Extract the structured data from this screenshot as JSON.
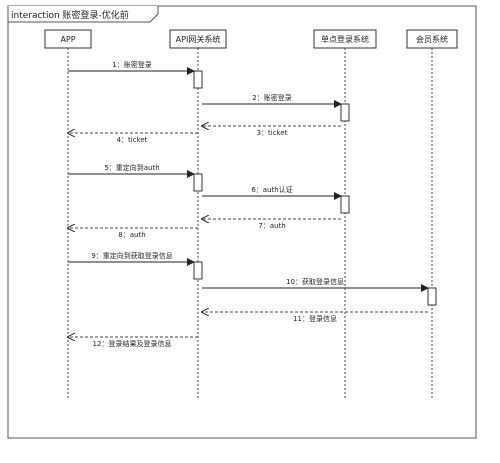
{
  "frame": {
    "title": "interaction 账密登录-优化前"
  },
  "lifelines": [
    {
      "id": "app",
      "label": "APP"
    },
    {
      "id": "gw",
      "label": "API网关系统"
    },
    {
      "id": "sso",
      "label": "单点登录系统"
    },
    {
      "id": "member",
      "label": "会员系统"
    }
  ],
  "messages": [
    {
      "label": "1：账密登录",
      "from": "app",
      "to": "gw",
      "kind": "sync"
    },
    {
      "label": "2：账密登录",
      "from": "gw",
      "to": "sso",
      "kind": "sync"
    },
    {
      "label": "3：ticket",
      "from": "sso",
      "to": "gw",
      "kind": "reply"
    },
    {
      "label": "4：ticket",
      "from": "gw",
      "to": "app",
      "kind": "reply"
    },
    {
      "label": "5：重定向到auth",
      "from": "app",
      "to": "gw",
      "kind": "sync"
    },
    {
      "label": "6：auth认证",
      "from": "gw",
      "to": "sso",
      "kind": "sync"
    },
    {
      "label": "7：auth",
      "from": "sso",
      "to": "gw",
      "kind": "reply"
    },
    {
      "label": "8：auth",
      "from": "gw",
      "to": "app",
      "kind": "reply"
    },
    {
      "label": "9：重定向到获取登录信息",
      "from": "app",
      "to": "gw",
      "kind": "sync"
    },
    {
      "label": "10：获取登录信息",
      "from": "gw",
      "to": "member",
      "kind": "sync"
    },
    {
      "label": "11：登录信息",
      "from": "member",
      "to": "gw",
      "kind": "reply"
    },
    {
      "label": "12：登录结果及登录信息",
      "from": "gw",
      "to": "app",
      "kind": "reply"
    }
  ]
}
